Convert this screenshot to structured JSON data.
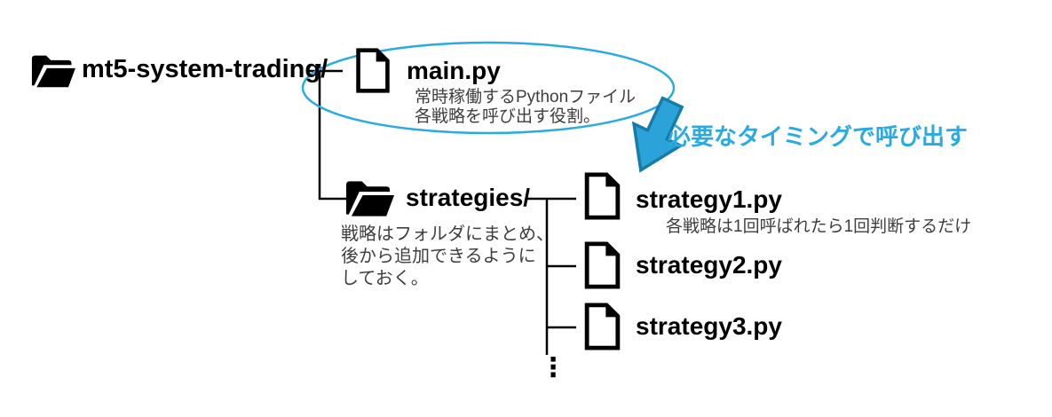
{
  "diagram": {
    "root_folder": {
      "label": "mt5-system-trading/",
      "icon": "folder-open-icon"
    },
    "main_file": {
      "label": "main.py",
      "icon": "file-icon",
      "caption": [
        "常時稼働するPythonファイル",
        "各戦略を呼び出す役割。"
      ]
    },
    "highlight_ellipse": {
      "shape": "ellipse",
      "color": "#29ABE2"
    },
    "call_annotation": {
      "label": "必要なタイミングで呼び出す",
      "arrow_direction": "down-left",
      "text_color": "#29ABE2",
      "arrow_fill": "#2BA3D9",
      "arrow_stroke": "#177BA8"
    },
    "strategies_folder": {
      "label": "strategies/",
      "icon": "folder-open-icon",
      "caption": [
        "戦略はフォルダにまとめ、",
        "後から追加できるように",
        "しておく。"
      ]
    },
    "strategy_files": [
      {
        "label": "strategy1.py",
        "icon": "file-icon",
        "caption": "各戦略は1回呼ばれたら1回判断するだけ"
      },
      {
        "label": "strategy2.py",
        "icon": "file-icon"
      },
      {
        "label": "strategy3.py",
        "icon": "file-icon"
      }
    ],
    "more_indicator": "⋮",
    "colors": {
      "accent_blue": "#29ABE2",
      "line_black": "#000000",
      "caption_gray": "#3E3E3E",
      "icon_black": "#000000",
      "background": "#FFFFFF"
    }
  }
}
